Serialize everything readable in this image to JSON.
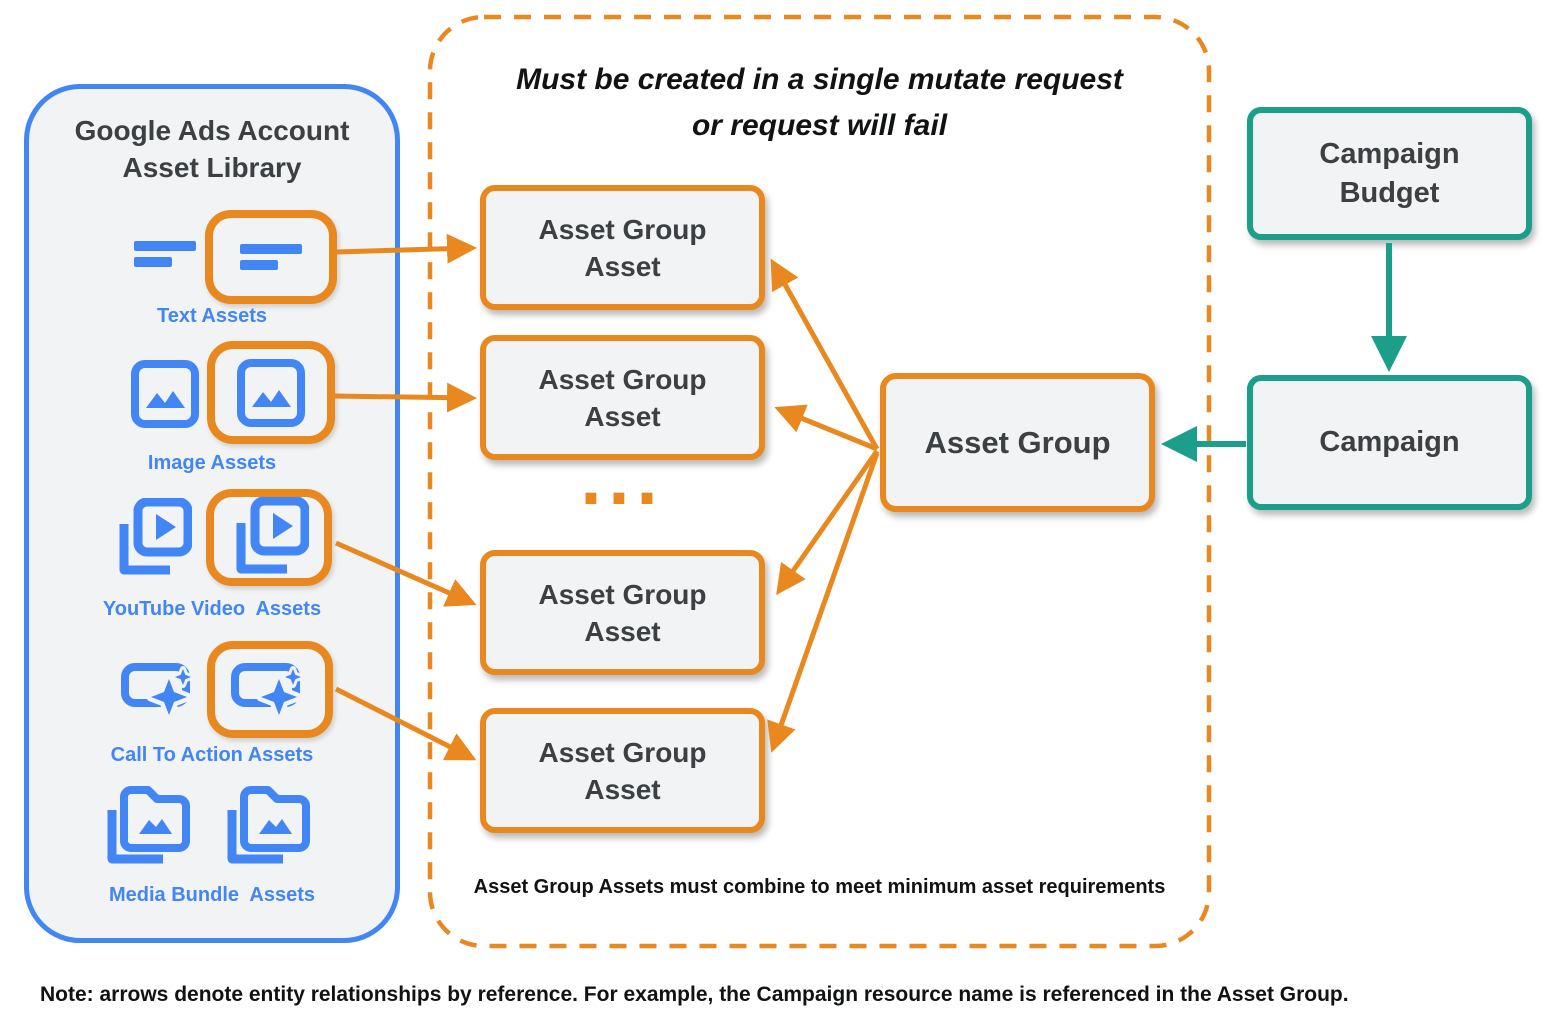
{
  "colors": {
    "blue": "#4285F4",
    "orange": "#E8881F",
    "teal": "#1B9E8A",
    "box_fill": "#F1F3F4",
    "text_dark": "#3C4043",
    "ink": "#101214"
  },
  "library": {
    "title": "Google Ads Account\nAsset Library",
    "items": [
      {
        "label": "Text Assets",
        "icon": "text-lines-icon"
      },
      {
        "label": "Image Assets",
        "icon": "image-icon"
      },
      {
        "label": "YouTube Video  Assets",
        "icon": "video-library-icon"
      },
      {
        "label": "Call To Action Assets",
        "icon": "cta-button-sparkle-icon"
      },
      {
        "label": "Media Bundle  Assets",
        "icon": "media-bundle-folder-icon"
      }
    ]
  },
  "mutate_container": {
    "title": "Must be created in a single mutate request\nor request will fail",
    "asset_group_asset_label": "Asset Group\nAsset",
    "ellipsis": "...",
    "footnote": "Asset Group Assets must combine to meet minimum asset requirements"
  },
  "nodes": {
    "asset_group": "Asset Group",
    "campaign_budget": "Campaign\nBudget",
    "campaign": "Campaign"
  },
  "note": "Note: arrows denote entity relationships by reference. For example, the Campaign resource name is referenced in the Asset Group."
}
